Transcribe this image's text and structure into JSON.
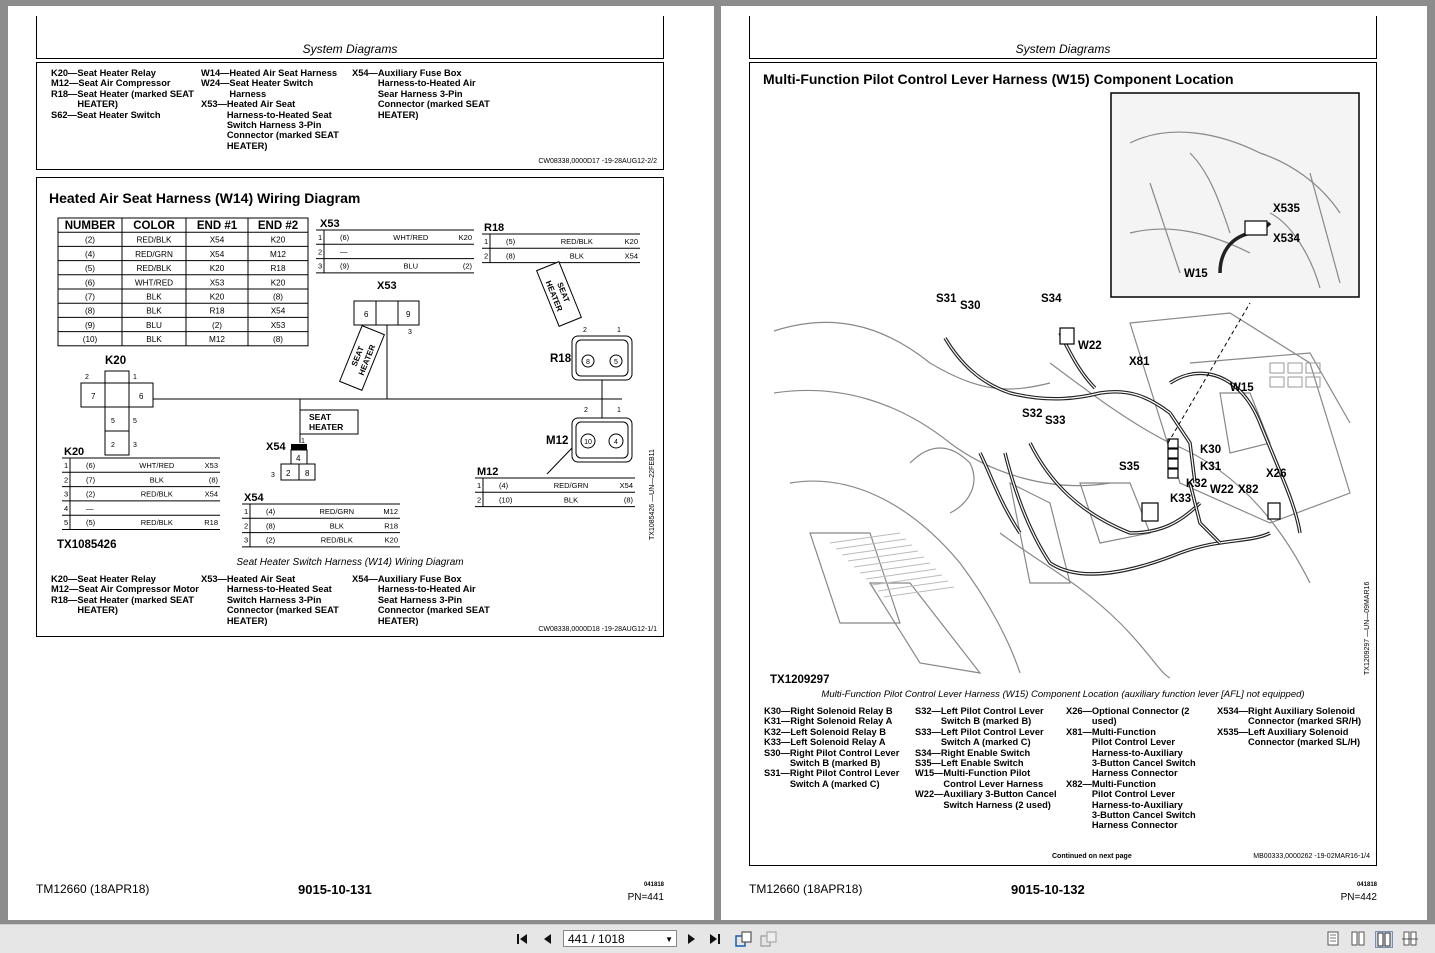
{
  "left_page": {
    "header_title": "System Diagrams",
    "top_legend": {
      "col1": [
        {
          "k": "K20—",
          "v": "Seat Heater Relay"
        },
        {
          "k": "M12—",
          "v": "Seat Air Compressor"
        },
        {
          "k": "R18—",
          "v": "Seat Heater (marked SEAT\nHEATER)"
        },
        {
          "k": "S62—",
          "v": "Seat Heater Switch"
        }
      ],
      "col2": [
        {
          "k": "W14—",
          "v": "Heated Air Seat Harness"
        },
        {
          "k": "W24—",
          "v": "Seat Heater Switch\nHarness"
        },
        {
          "k": "X53—",
          "v": "Heated Air Seat\nHarness-to-Heated Seat\nSwitch Harness 3-Pin\nConnector (marked SEAT\nHEATER)"
        }
      ],
      "col3": [
        {
          "k": "X54—",
          "v": "Auxiliary Fuse Box\nHarness-to-Heated Air\nSear Harness 3-Pin\nConnector (marked SEAT\nHEATER)"
        }
      ],
      "ref": "CW08338,0000D17 -19-28AUG12-2/2"
    },
    "section_title": "Heated Air Seat Harness (W14) Wiring Diagram",
    "wire_table": {
      "headers": [
        "NUMBER",
        "COLOR",
        "END #1",
        "END #2"
      ],
      "rows": [
        [
          "(2)",
          "RED/BLK",
          "X54",
          "K20"
        ],
        [
          "(4)",
          "RED/GRN",
          "X54",
          "M12"
        ],
        [
          "(5)",
          "RED/BLK",
          "K20",
          "R18"
        ],
        [
          "(6)",
          "WHT/RED",
          "X53",
          "K20"
        ],
        [
          "(7)",
          "BLK",
          "K20",
          "(8)"
        ],
        [
          "(8)",
          "BLK",
          "R18",
          "X54"
        ],
        [
          "(9)",
          "BLU",
          "(2)",
          "X53"
        ],
        [
          "(10)",
          "BLK",
          "M12",
          "(8)"
        ]
      ]
    },
    "connectors": {
      "X53": {
        "label": "X53",
        "rows": [
          [
            "1",
            "(6)",
            "WHT/RED",
            "K20"
          ],
          [
            "2",
            "—",
            "",
            ""
          ],
          [
            "3",
            "(9)",
            "BLU",
            "(2)"
          ]
        ]
      },
      "R18": {
        "label": "R18",
        "rows": [
          [
            "1",
            "(5)",
            "RED/BLK",
            "K20"
          ],
          [
            "2",
            "(8)",
            "BLK",
            "X54"
          ]
        ]
      },
      "K20": {
        "label": "K20",
        "rows": [
          [
            "1",
            "(6)",
            "WHT/RED",
            "X53"
          ],
          [
            "2",
            "(7)",
            "BLK",
            "(8)"
          ],
          [
            "3",
            "(2)",
            "RED/BLK",
            "X54"
          ],
          [
            "4",
            "—",
            "",
            ""
          ],
          [
            "5",
            "(5)",
            "RED/BLK",
            "R18"
          ]
        ]
      },
      "X54": {
        "label": "X54",
        "rows": [
          [
            "1",
            "(4)",
            "RED/GRN",
            "M12"
          ],
          [
            "2",
            "(8)",
            "BLK",
            "R18"
          ],
          [
            "3",
            "(2)",
            "RED/BLK",
            "K20"
          ]
        ]
      },
      "M12": {
        "label": "M12",
        "rows": [
          [
            "1",
            "(4)",
            "RED/GRN",
            "X54"
          ],
          [
            "2",
            "(10)",
            "BLK",
            "(8)"
          ]
        ]
      }
    },
    "diagram_labels": {
      "x53_pins": [
        "6",
        "9",
        "1",
        "3"
      ],
      "seat_heater_tag": "SEAT\nHEATER",
      "seat_heater_box": "SEAT\nHEATER",
      "r18_pins": [
        "8",
        "5",
        "2",
        "1"
      ],
      "m12_pins": [
        "10",
        "4",
        "2",
        "1"
      ],
      "k20_pins": [
        "2",
        "1",
        "7",
        "6",
        "5",
        "5",
        "2",
        "3"
      ],
      "x54_pins": [
        "4",
        "1",
        "3",
        "2",
        "8"
      ]
    },
    "tx_code": "TX1085426",
    "side_code": "TX1085426 —UN—22FEB11",
    "caption": "Seat Heater Switch Harness (W14) Wiring Diagram",
    "bottom_legend": {
      "col1": [
        {
          "k": "K20—",
          "v": "Seat Heater Relay"
        },
        {
          "k": "M12—",
          "v": "Seat Air Compressor Motor"
        },
        {
          "k": "R18—",
          "v": "Seat Heater (marked SEAT\nHEATER)"
        }
      ],
      "col2": [
        {
          "k": "X53—",
          "v": "Heated Air Seat\nHarness-to-Heated Seat\nSwitch Harness 3-Pin\nConnector (marked SEAT\nHEATER)"
        }
      ],
      "col3": [
        {
          "k": "X54—",
          "v": "Auxiliary Fuse Box\nHarness-to-Heated Air\nSeat Harness 3-Pin\nConnector (marked SEAT\nHEATER)"
        }
      ],
      "ref": "CW08338,0000D18 -19-28AUG12-1/1"
    },
    "footer": {
      "manual": "TM12660 (18APR18)",
      "page_code": "9015-10-131",
      "small_code": "041818",
      "pn": "PN=441"
    }
  },
  "right_page": {
    "header_title": "System Diagrams",
    "section_title": "Multi-Function Pilot Control Lever Harness (W15) Component Location",
    "photo_labels": {
      "X535": "X535",
      "X534": "X534",
      "W15_inset": "W15",
      "S31": "S31",
      "S30": "S30",
      "S34": "S34",
      "W22": "W22",
      "X81": "X81",
      "W15": "W15",
      "S32": "S32",
      "S33": "S33",
      "K30": "K30",
      "K31": "K31",
      "S35": "S35",
      "K32": "K32",
      "K33": "K33",
      "W22b": "W22",
      "X82": "X82",
      "X26": "X26"
    },
    "tx_code": "TX1209297",
    "side_code": "TX1209297 —UN—09MAR16",
    "caption": "Multi-Function Pilot Control Lever Harness (W15) Component Location (auxiliary function lever [AFL] not equipped)",
    "legend": {
      "col1": [
        {
          "k": "K30—",
          "v": "Right Solenoid Relay B"
        },
        {
          "k": "K31—",
          "v": "Right Solenoid Relay A"
        },
        {
          "k": "K32—",
          "v": "Left Solenoid Relay B"
        },
        {
          "k": "K33—",
          "v": "Left Solenoid Relay A"
        },
        {
          "k": "S30—",
          "v": "Right Pilot Control Lever\nSwitch B (marked B)"
        },
        {
          "k": "S31—",
          "v": "Right Pilot Control Lever\nSwitch A (marked C)"
        }
      ],
      "col2": [
        {
          "k": "S32—",
          "v": "Left Pilot Control Lever\nSwitch B (marked B)"
        },
        {
          "k": "S33—",
          "v": "Left Pilot Control Lever\nSwitch A (marked C)"
        },
        {
          "k": "S34—",
          "v": "Right Enable Switch"
        },
        {
          "k": "S35—",
          "v": "Left Enable Switch"
        },
        {
          "k": "W15—",
          "v": "Multi-Function Pilot\nControl Lever Harness"
        },
        {
          "k": "W22—",
          "v": "Auxiliary 3-Button Cancel\nSwitch Harness (2 used)"
        }
      ],
      "col3": [
        {
          "k": "X26—",
          "v": "Optional Connector (2\nused)"
        },
        {
          "k": "X81—",
          "v": "Multi-Function\nPilot Control Lever\nHarness-to-Auxiliary\n3-Button Cancel Switch\nHarness Connector"
        },
        {
          "k": "X82—",
          "v": "Multi-Function\nPilot Control Lever\nHarness-to-Auxiliary\n3-Button Cancel Switch\nHarness Connector"
        }
      ],
      "col4": [
        {
          "k": "X534—",
          "v": "Right Auxiliary Solenoid\nConnector (marked SR/H)"
        },
        {
          "k": "X535—",
          "v": "Left Auxiliary Solenoid\nConnector (marked SL/H)"
        }
      ]
    },
    "continued": "Continued on next page",
    "ref": "MB00333,0000262 -19-02MAR16-1/4",
    "footer": {
      "manual": "TM12660 (18APR18)",
      "page_code": "9015-10-132",
      "small_code": "041818",
      "pn": "PN=442"
    }
  },
  "toolbar": {
    "first_icon": "first-page-icon",
    "prev_icon": "prev-page-icon",
    "next_icon": "next-page-icon",
    "last_icon": "last-page-icon",
    "page_value": "441 / 1018"
  }
}
